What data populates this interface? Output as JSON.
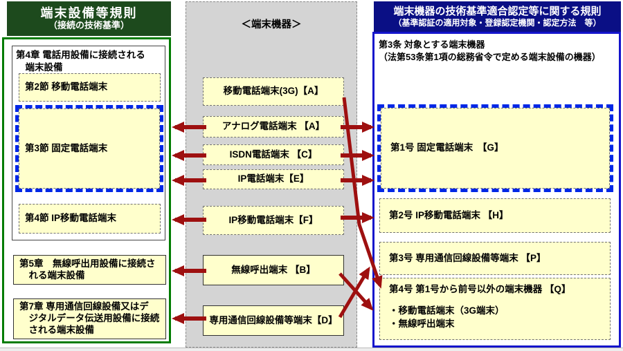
{
  "left_panel": {
    "title": "端末設備等規則",
    "subtitle": "（接続の技術基準）",
    "chapter4_heading": "第4章 電話用設備に接続される\n　端末設備",
    "section2": "第2節 移動電話端末",
    "section3": "第3節 固定電話端末",
    "section4": "第4節 IP移動電話端末",
    "chapter5": "第5章　無線呼出用設備に接続さ\n　れる端末設備",
    "chapter7": "第7章 専用通信回線設備又はデ\n　ジタルデータ伝送用設備に接続\n　される端末設備"
  },
  "middle_panel": {
    "title": "＜端末機器＞",
    "box_3g": "移動電話端末(3G)【A】",
    "box_analog": "アナログ電話端末 【A】",
    "box_isdn": "ISDN電話端末 【C】",
    "box_ip_phone": "IP電話端末【E】",
    "box_ip_mobile": "IP移動電話端末【F】",
    "box_radio_paging": "無線呼出端末 【B】",
    "box_leased_line": "専用通信回線設備等端末【D】"
  },
  "right_panel": {
    "title": "端末機器の技術基準適合認定等に関する規則",
    "subtitle": "（基準認証の適用対象・登録認定機関・認定方法　等）",
    "article3_heading": "第3条 対象とする端末機器\n（法第53条第1項の総務省令で定める端末設備の機器）",
    "item1": "第1号 固定電話端末　【G】",
    "item2": "第2号 IP移動電話端末 【H】",
    "item3": "第3号 専用通信回線設備等端末 【P】",
    "item4_title": "第4号 第1号から前号以外の端末機器 【Q】",
    "item4_bullet1": "・移動電話端末（3G端末）",
    "item4_bullet2": "・無線呼出端末"
  },
  "colors": {
    "arrow_red": "#9e1010",
    "box_fill_yellow": "#ffffcc",
    "left_border_green": "#007c00",
    "left_header_green": "#1d4a1d",
    "right_header_navy": "#0a0f85",
    "right_border_blue": "#1414cc",
    "dashed_blue": "#0027e6",
    "middle_gray": "#d4d4d4"
  }
}
